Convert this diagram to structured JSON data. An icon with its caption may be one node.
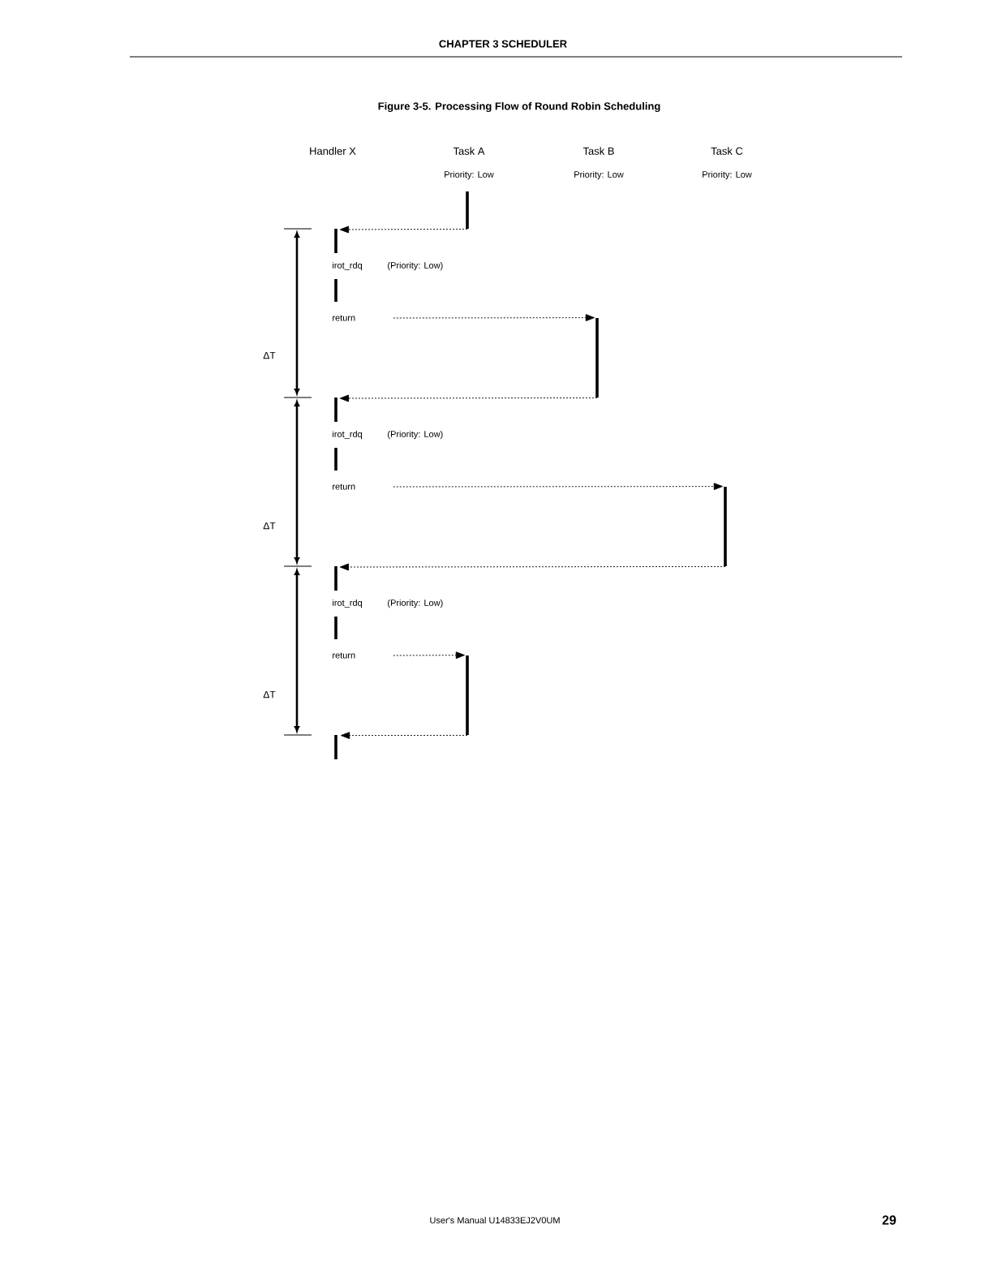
{
  "diagram": {
    "title": "Figure 3-5.  Processing Flow of Round Robin Scheduling",
    "nodes": [
      {
        "text": [],
        "shape": "bar"
      },
      {
        "text": [
          "irot_rdq",
          "return"
        ],
        "beside": [
          "(Priority: Low)"
        ]
      },
      {
        "text": [],
        "shape": "bar"
      },
      {
        "text": [
          "irot_rdq",
          "return"
        ],
        "beside": [
          "(Priority: Low)"
        ]
      },
      {
        "text": [],
        "shape": "bar"
      },
      {
        "text": [
          "irot_rdq",
          "return"
        ],
        "beside": [
          "(Priority: Low)"
        ]
      },
      {
        "text": [],
        "shape": "bar"
      },
      {
        "text": [],
        "shape": "bar"
      }
    ],
    "edges": [
      {
        "from": 0,
        "to": 1,
        "arrow": "to",
        "style": "dashed"
      },
      {
        "from": 1,
        "to": 2,
        "arrow": "to",
        "style": "dashed"
      },
      {
        "from": 2,
        "to": 3,
        "arrow": "to",
        "style": "dashed"
      },
      {
        "from": 3,
        "to": 4,
        "arrow": "to",
        "style": "dashed"
      },
      {
        "from": 4,
        "to": 5,
        "arrow": "to",
        "style": "dashed"
      },
      {
        "from": 5,
        "to": 6,
        "arrow": "to",
        "style": "dashed"
      },
      {
        "from": 6,
        "to": 7,
        "arrow": "to",
        "style": "dashed"
      }
    ],
    "labels": [
      "CHAPTER 3   SCHEDULER",
      "Handler X",
      "Task A",
      "Task B",
      "Task C",
      "Priority: Low",
      "Priority: Low",
      "Priority: Low",
      "ΔT",
      "ΔT",
      "ΔT",
      "User's Manual  U14833EJ2V0UM",
      "29"
    ]
  }
}
